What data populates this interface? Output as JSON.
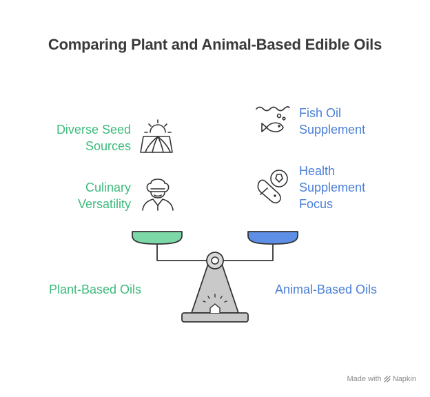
{
  "title": "Comparing Plant and Animal-Based Edible Oils",
  "left": {
    "side_label": "Plant-Based Oils",
    "items": [
      {
        "line1": "Diverse Seed",
        "line2": "Sources",
        "icon": "sun-over-field-icon"
      },
      {
        "line1": "Culinary",
        "line2": "Versatility",
        "icon": "chef-icon"
      }
    ],
    "color": "#3dba7c"
  },
  "right": {
    "side_label": "Animal-Based Oils",
    "items": [
      {
        "line1": "Fish Oil",
        "line2": "Supplement",
        "icon": "fish-in-water-icon"
      },
      {
        "line1": "Health",
        "line2": "Supplement",
        "line3": "Focus",
        "icon": "pill-capsule-icon"
      }
    ],
    "color": "#4a7fd9"
  },
  "footer": {
    "made_with": "Made with",
    "brand": "Napkin"
  }
}
